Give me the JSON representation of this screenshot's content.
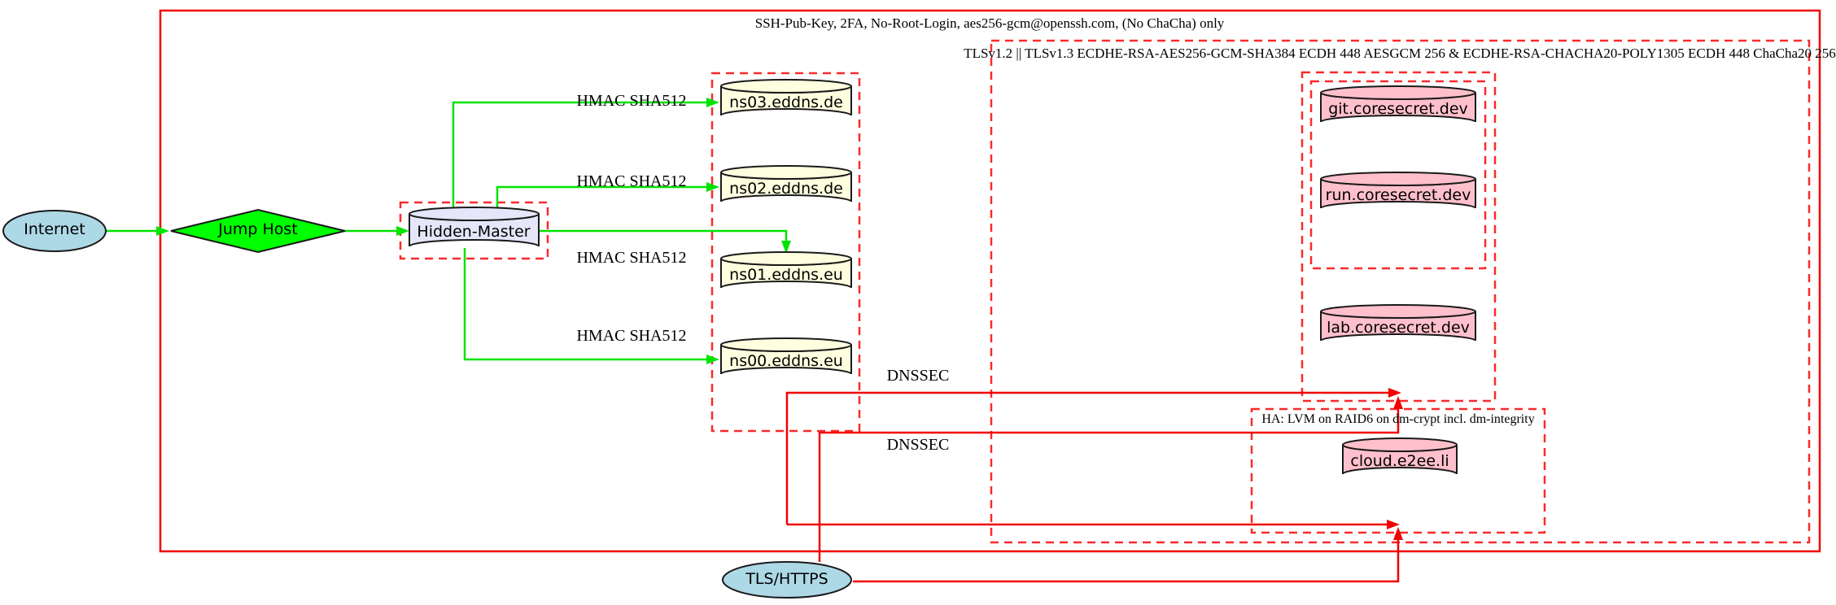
{
  "diagram": {
    "cluster_labels": {
      "ssh": "SSH-Pub-Key, 2FA, No-Root-Login, aes256-gcm@openssh.com, (No ChaCha) only",
      "tls": "TLSv1.2 || TLSv1.3 ECDHE-RSA-AES256-GCM-SHA384 ECDH 448 AESGCM 256 & ECDHE-RSA-CHACHA20-POLY1305 ECDH 448 ChaCha20 256",
      "ha": "HA: LVM on RAID6 on dm-crypt incl. dm-integrity"
    },
    "nodes": {
      "internet": "Internet",
      "jump_host": "Jump Host",
      "hidden_master": "Hidden-Master",
      "ns03": "ns03.eddns.de",
      "ns02": "ns02.eddns.de",
      "ns01": "ns01.eddns.eu",
      "ns00": "ns00.eddns.eu",
      "git": "git.coresecret.dev",
      "run": "run.coresecret.dev",
      "lab": "lab.coresecret.dev",
      "cloud": "cloud.e2ee.li",
      "tls_https": "TLS/HTTPS"
    },
    "edge_labels": {
      "hmac": [
        "HMAC SHA512",
        "HMAC SHA512",
        "HMAC SHA512",
        "HMAC SHA512"
      ],
      "dnssec": [
        "DNSSEC",
        "DNSSEC"
      ]
    },
    "colors": {
      "solid_red": "#f20000",
      "dashed_red": "#fb2a2a",
      "edge_green": "#00e400",
      "node_lightblue": "#ADD8E6",
      "node_green": "#00FF00",
      "node_lavender": "#E6E6FA",
      "node_lightyellow": "#FFFFE0",
      "node_pink": "#FFC0CB"
    }
  }
}
